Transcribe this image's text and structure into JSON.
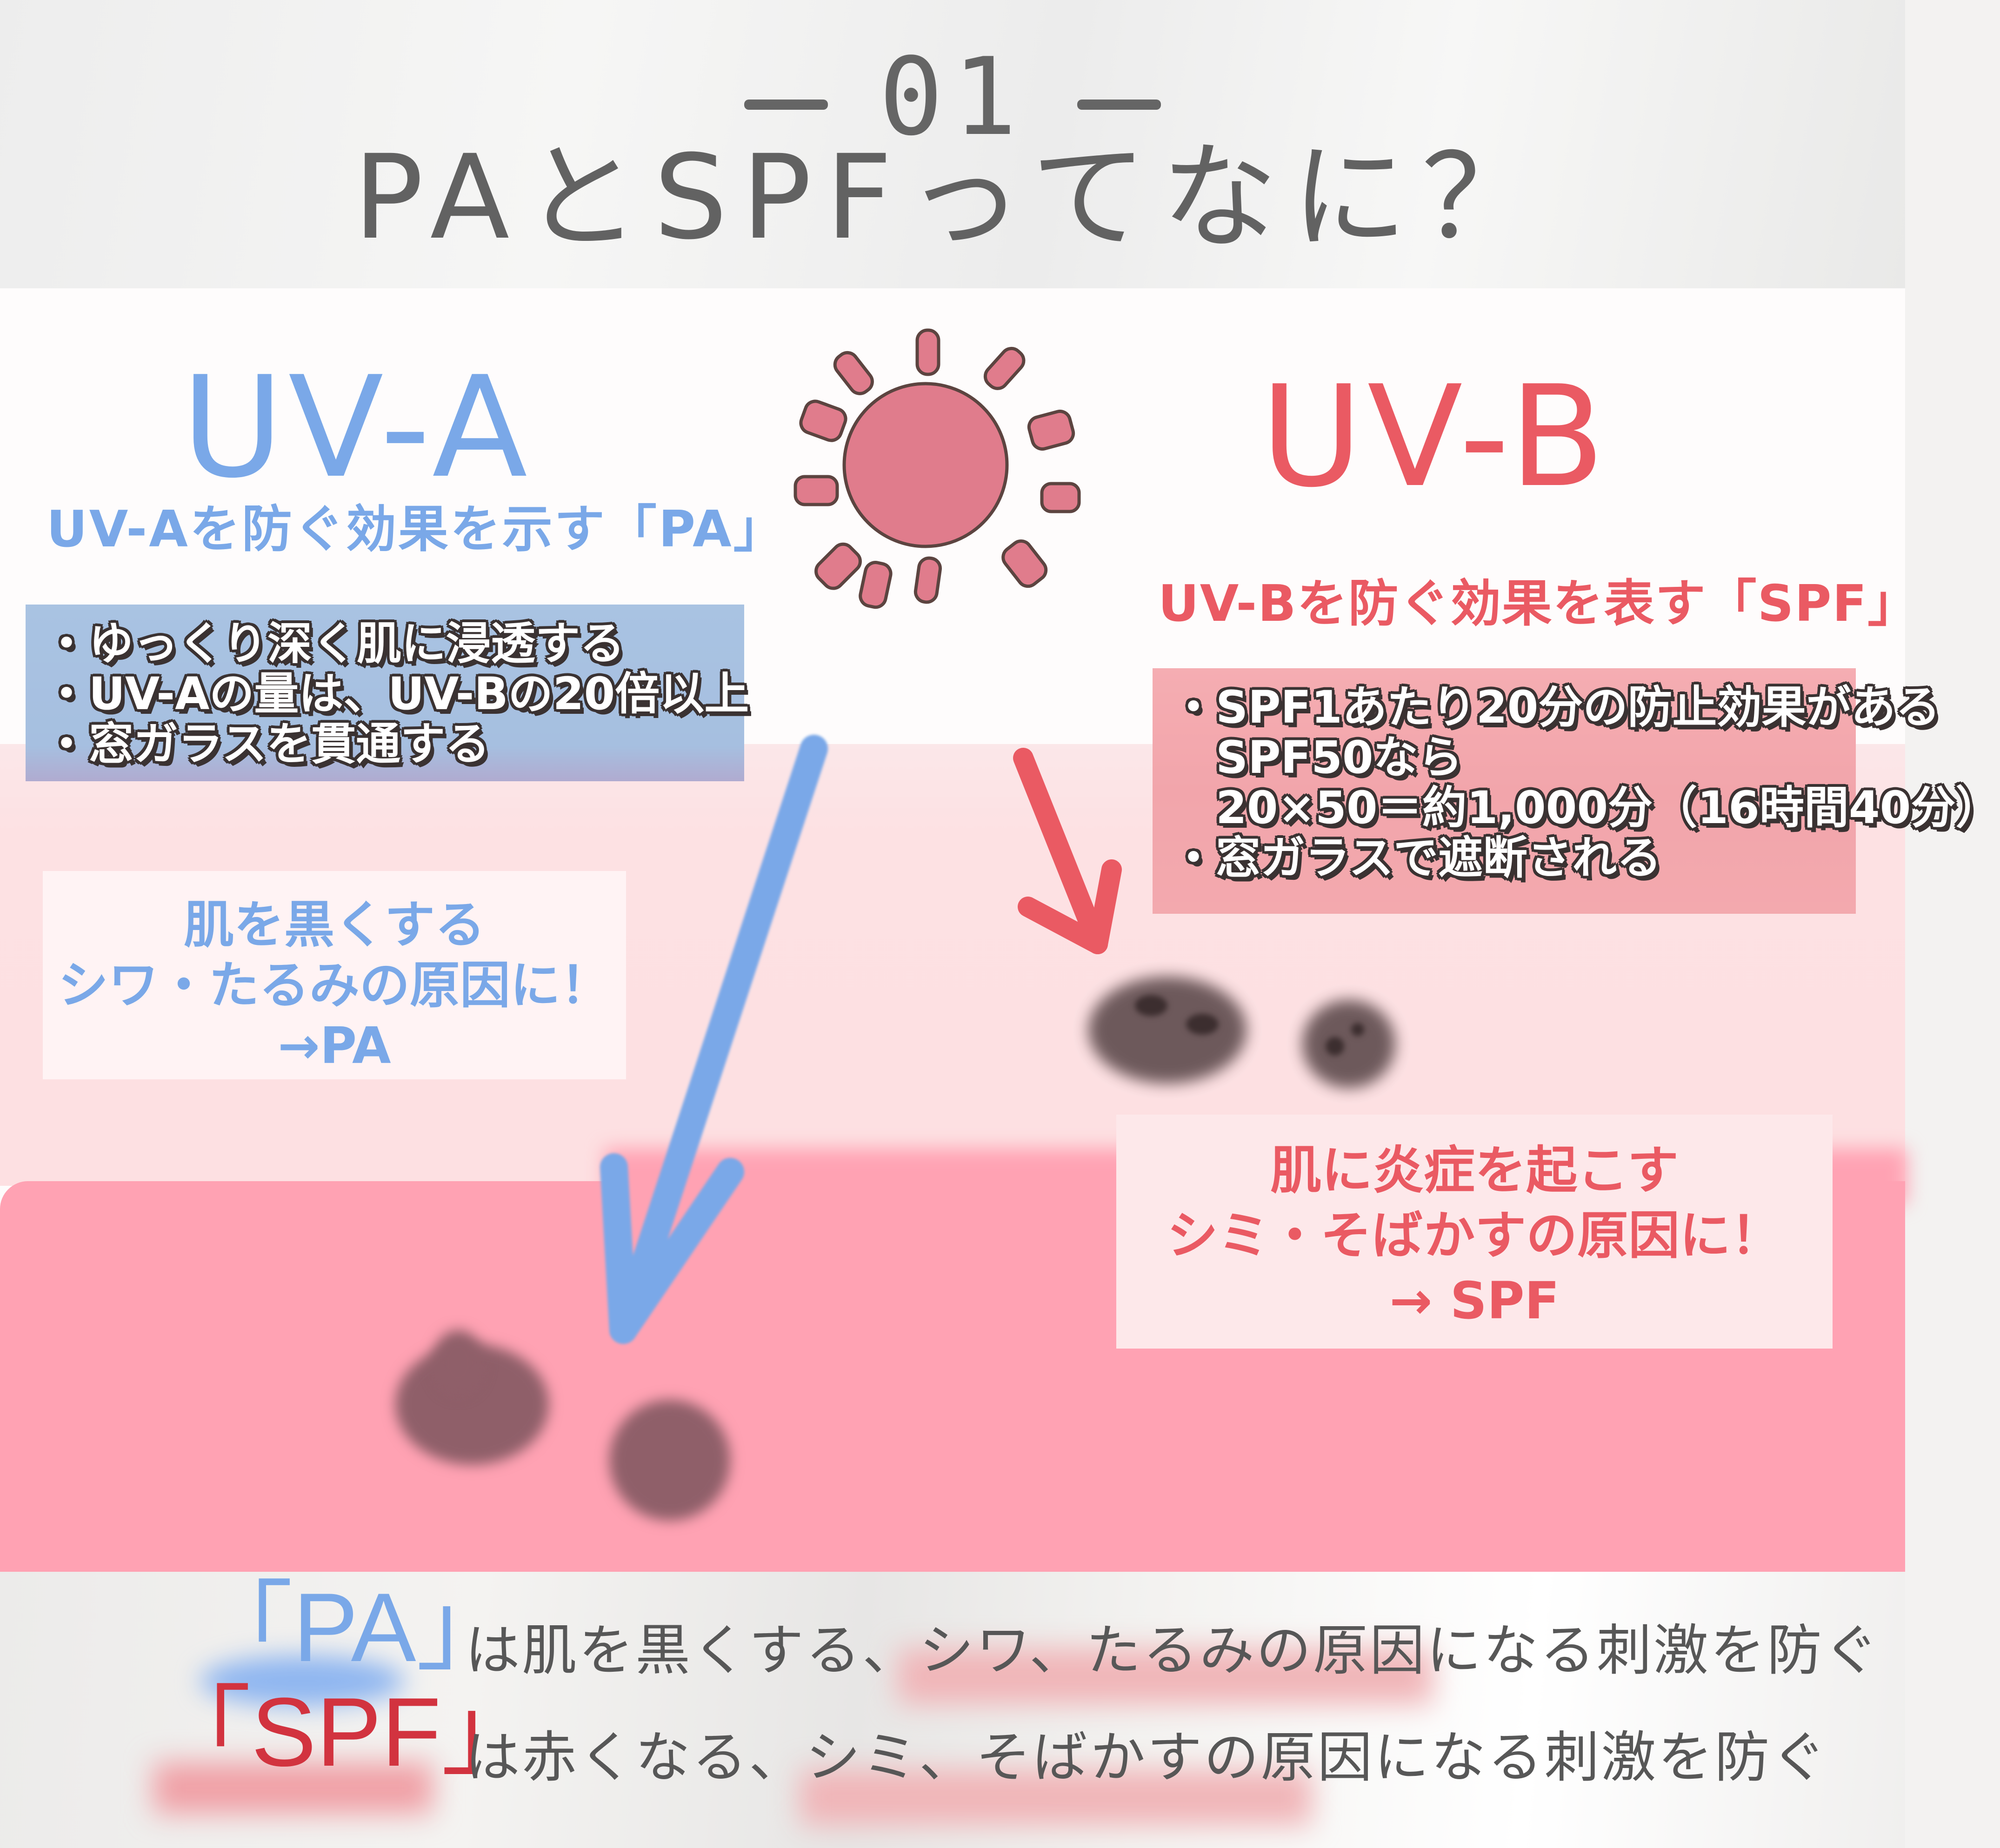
{
  "header": {
    "number": "01",
    "title": "PAとSPFってなに？"
  },
  "uva": {
    "title": "UV-A",
    "subtitle": "UV-Aを防ぐ効果を示す「PA」",
    "bullets": [
      "・ゆっくり深く肌に浸透する",
      "・UV-Aの量は、UV-Bの20倍以上",
      "・窓ガラスを貫通する"
    ],
    "callout": [
      "肌を黒くする",
      "シワ・たるみの原因に！",
      "→PA"
    ],
    "color": "#7aa8e8"
  },
  "uvb": {
    "title": "UV-B",
    "subtitle": "UV-Bを防ぐ効果を表す「SPF」",
    "bullets": [
      "・SPF1あたり20分の防止効果がある",
      "　SPF50なら",
      "　20×50＝約1,000分（16時間40分）",
      "・窓ガラスで遮断される"
    ],
    "callout": [
      "肌に炎症を起こす",
      "シミ・そばかすの原因に！",
      "→ SPF"
    ],
    "color": "#ea5a63"
  },
  "summary": {
    "pa": {
      "key": "「PA」",
      "text": "は肌を黒くする、シワ、たるみの原因になる刺激を防ぐ"
    },
    "spf": {
      "key": "「SPF」",
      "text": "は赤くなる、シミ、そばかすの原因になる刺激を防ぐ"
    }
  },
  "icons": {
    "sun": "sun-icon",
    "arrow_a": "arrow-down-icon",
    "arrow_b": "arrow-down-icon"
  },
  "colors": {
    "skin_light": "#fde0e2",
    "skin_dark": "#ffa2b3",
    "spot": "#8f5f69",
    "header_text": "#656565"
  }
}
